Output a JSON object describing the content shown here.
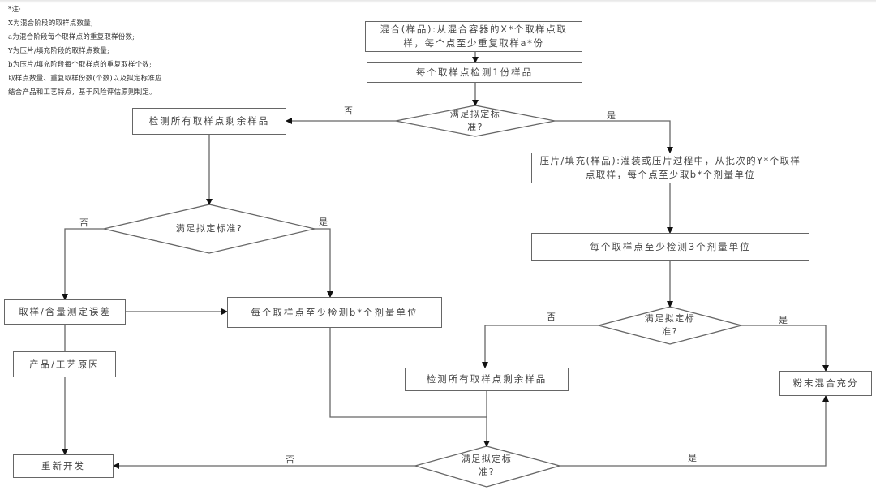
{
  "notes": {
    "title": "*注:",
    "lines": [
      "X为混合阶段的取样点数量;",
      "a为混合阶段每个取样点的重复取样份数;",
      "Y为压片/填充阶段的取样点数量;",
      "b为压片/填充阶段每个取样点的重复取样个数;",
      "取样点数量、重复取样份数(个数)以及拟定标准应",
      "结合产品和工艺特点，基于风险评估原则制定。"
    ]
  },
  "nodes": {
    "blend_sampling": "混合(样品):从混合容器的X*个取样点取样，每个点至少重复取样a*份",
    "test_one_per_point": "每个取样点检测1份样品",
    "decision_1": "满足拟定标准?",
    "test_remaining_left": "检测所有取样点剩余样品",
    "decision_2": "满足拟定标准?",
    "sampling_error": "取样/含量测定误差",
    "test_b_units": "每个取样点至少检测b*个剂量单位",
    "product_process_cause": "产品/工艺原因",
    "redevelop": "重新开发",
    "compress_fill_sampling": "压片/填充(样品):灌装或压片过程中，从批次的Y*个取样点取样，每个点至少取b*个剂量单位",
    "test_3_units": "每个取样点至少检测3个剂量单位",
    "decision_3": "满足拟定标准?",
    "test_remaining_right": "检测所有取样点剩余样品",
    "blend_adequate": "粉末混合充分",
    "decision_4": "满足拟定标准?"
  },
  "edge_labels": {
    "no": "否",
    "yes": "是"
  }
}
